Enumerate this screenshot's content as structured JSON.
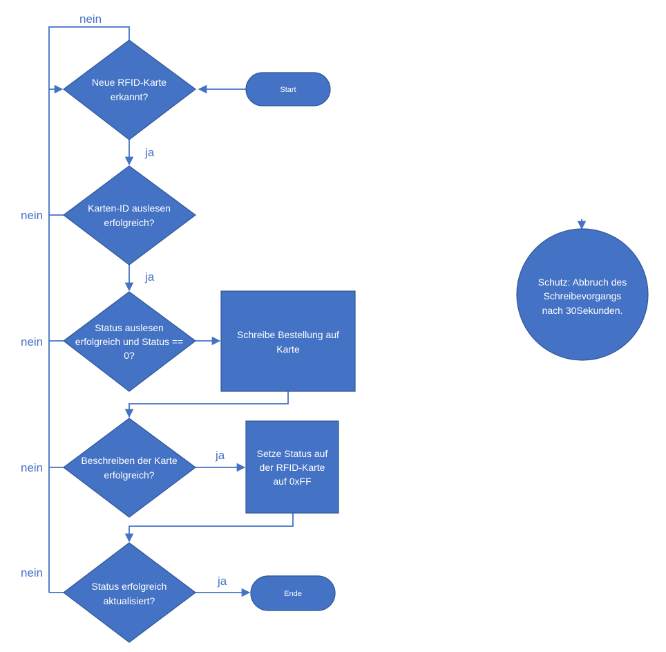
{
  "colors": {
    "fill": "#4472c4",
    "stroke": "#2f5597",
    "text": "#ffffff",
    "line": "#4472c4"
  },
  "nodes": {
    "start": {
      "label": "Start"
    },
    "neue_karte": {
      "line1": "Neue RFID-Karte",
      "line2": "erkannt?"
    },
    "karten_id": {
      "line1": "Karten-ID auslesen",
      "line2": "erfolgreich?"
    },
    "status_auslesen": {
      "line1": "Status auslesen",
      "line2": "erfolgreich und Status ==",
      "line3": "0?"
    },
    "schreibe_bestellung": {
      "line1": "Schreibe Bestellung auf",
      "line2": "Karte"
    },
    "beschreiben": {
      "line1": "Beschreiben der Karte",
      "line2": "erfolgreich?"
    },
    "setze_status": {
      "line1": "Setze Status auf",
      "line2": "der RFID-Karte",
      "line3": "auf 0xFF"
    },
    "status_aktualisiert": {
      "line1": "Status erfolgreich",
      "line2": "aktualisiert?"
    },
    "ende": {
      "label": "Ende"
    },
    "schutz": {
      "line1": "Schutz: Abbruch des",
      "line2": "Schreibevorgangs",
      "line3": "nach 30Sekunden."
    }
  },
  "edge_labels": {
    "nein_top": "nein",
    "ja_1": "ja",
    "nein_2": "nein",
    "ja_2": "ja",
    "nein_3": "nein",
    "nein_4": "nein",
    "ja_4": "ja",
    "nein_5": "nein",
    "ja_5": "ja"
  }
}
